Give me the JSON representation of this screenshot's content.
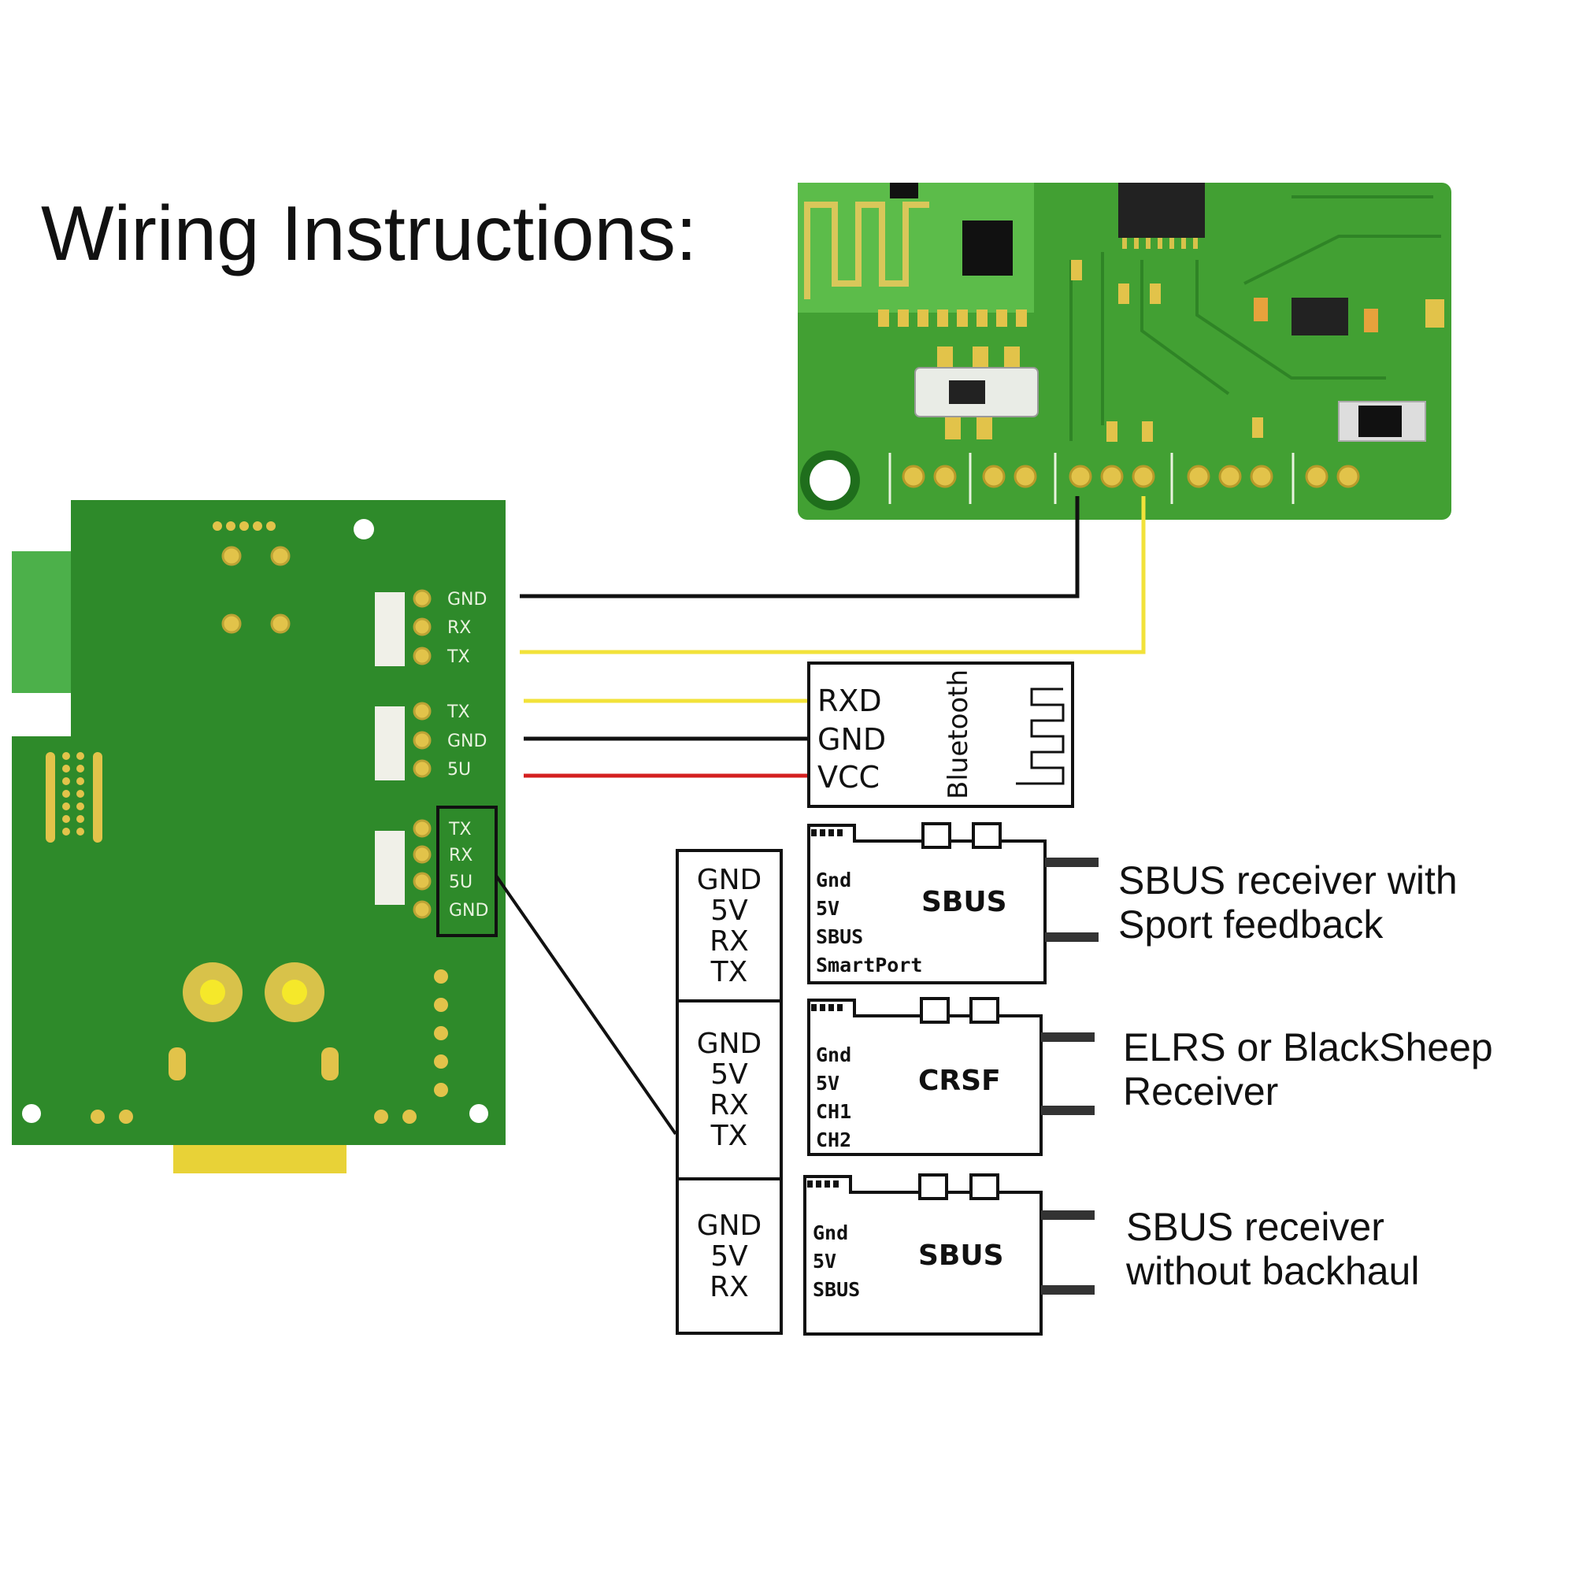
{
  "title": "Wiring Instructions:",
  "colors": {
    "pcb": "#3f9a2f",
    "pcb_dark": "#2f7f22",
    "pad": "#d8c24a",
    "wire_black": "#111111",
    "wire_yellow": "#f2e23a",
    "wire_red": "#d42020"
  },
  "flight_controller": {
    "uart_group_1": [
      "GND",
      "RX",
      "TX"
    ],
    "uart_group_2": [
      "TX",
      "GND",
      "5U"
    ],
    "uart_group_3": [
      "TX",
      "RX",
      "5U",
      "GND"
    ]
  },
  "bluetooth_module": {
    "pins": [
      "RXD",
      "GND",
      "VCC"
    ],
    "label": "Bluetooth"
  },
  "receivers": [
    {
      "header_pins": [
        "GND",
        "5V",
        "RX",
        "TX"
      ],
      "module_pins": [
        "Gnd",
        "5V",
        "SBUS",
        "SmartPort"
      ],
      "module_label": "SBUS",
      "description": [
        "SBUS receiver with",
        "Sport feedback"
      ]
    },
    {
      "header_pins": [
        "GND",
        "5V",
        "RX",
        "TX"
      ],
      "module_pins": [
        "Gnd",
        "5V",
        "CH1",
        "CH2"
      ],
      "module_label": "CRSF",
      "description": [
        "ELRS or BlackSheep",
        "Receiver"
      ]
    },
    {
      "header_pins": [
        "GND",
        "5V",
        "RX"
      ],
      "module_pins": [
        "Gnd",
        "5V",
        "SBUS"
      ],
      "module_label": "SBUS",
      "description": [
        "SBUS receiver",
        "without backhaul"
      ]
    }
  ]
}
